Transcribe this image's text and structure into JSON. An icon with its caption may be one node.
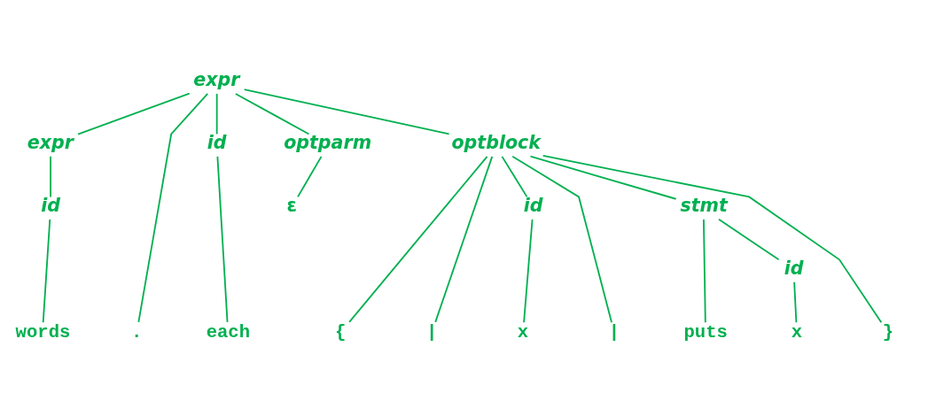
{
  "diagram": {
    "nodes": [
      {
        "text": [
          "expr"
        ]
      },
      {
        "text": [
          "expr"
        ]
      },
      {
        "text": [
          "id"
        ]
      },
      {
        "text": [
          "optparm"
        ]
      },
      {
        "text": [
          "optblock"
        ]
      },
      {
        "text": [
          "id"
        ]
      },
      {
        "text": [
          "ε"
        ]
      },
      {
        "text": [
          "id"
        ]
      },
      {
        "text": [
          "stmt"
        ]
      },
      {
        "text": [
          "id"
        ]
      },
      {
        "text": [
          "words"
        ]
      },
      {
        "text": [
          "."
        ]
      },
      {
        "text": [
          "each"
        ]
      },
      {
        "text": [
          "{"
        ]
      },
      {
        "text": [
          "|"
        ]
      },
      {
        "text": [
          "x"
        ]
      },
      {
        "text": [
          "|"
        ]
      },
      {
        "text": [
          "puts"
        ]
      },
      {
        "text": [
          "x"
        ]
      },
      {
        "text": [
          "}"
        ]
      }
    ],
    "edges": [
      {
        "from": 0,
        "to": 1,
        "arrow": "none"
      },
      {
        "from": 0,
        "to": 11,
        "arrow": "none"
      },
      {
        "from": 0,
        "to": 2,
        "arrow": "none"
      },
      {
        "from": 0,
        "to": 3,
        "arrow": "none"
      },
      {
        "from": 0,
        "to": 4,
        "arrow": "none"
      },
      {
        "from": 1,
        "to": 5,
        "arrow": "none"
      },
      {
        "from": 5,
        "to": 10,
        "arrow": "none"
      },
      {
        "from": 2,
        "to": 12,
        "arrow": "none"
      },
      {
        "from": 3,
        "to": 6,
        "arrow": "none"
      },
      {
        "from": 4,
        "to": 13,
        "arrow": "none"
      },
      {
        "from": 4,
        "to": 14,
        "arrow": "none"
      },
      {
        "from": 4,
        "to": 7,
        "arrow": "none"
      },
      {
        "from": 4,
        "to": 16,
        "arrow": "none"
      },
      {
        "from": 4,
        "to": 8,
        "arrow": "none"
      },
      {
        "from": 4,
        "to": 19,
        "arrow": "none"
      },
      {
        "from": 7,
        "to": 15,
        "arrow": "none"
      },
      {
        "from": 8,
        "to": 17,
        "arrow": "none"
      },
      {
        "from": 8,
        "to": 9,
        "arrow": "none"
      },
      {
        "from": 9,
        "to": 18,
        "arrow": "none"
      }
    ]
  }
}
